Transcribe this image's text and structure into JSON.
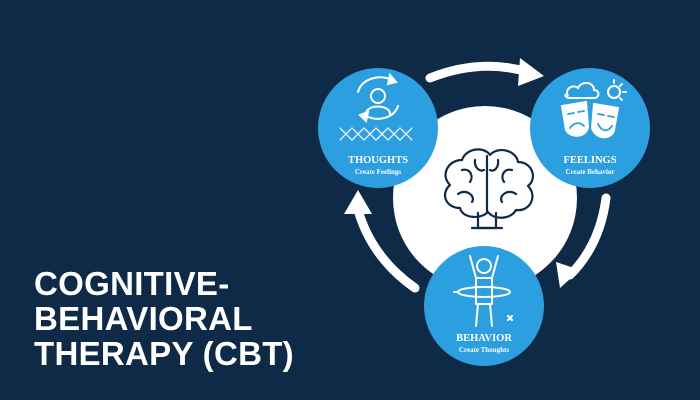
{
  "headline": {
    "line1": "COGNITIVE-",
    "line2": "BEHAVIORAL",
    "line3": "THERAPY (CBT)"
  },
  "nodes": {
    "thoughts": {
      "title": "THOUGHTS",
      "subtitle": "Create Feelings"
    },
    "feelings": {
      "title": "FEELINGS",
      "subtitle": "Create Behavior"
    },
    "behavior": {
      "title": "BEHAVIOR",
      "subtitle": "Create Thoughts"
    }
  },
  "colors": {
    "background": "#0e2a47",
    "node_fill": "#2b9fe0",
    "center_fill": "#ffffff",
    "arrow": "#ffffff",
    "icon_stroke": "#0e2a47"
  },
  "icons": {
    "thoughts": "person-with-cycle-arrows-icon",
    "feelings": "theater-masks-with-cloud-and-sun-icon",
    "behavior": "person-arms-raised-icon",
    "center": "brain-icon"
  }
}
